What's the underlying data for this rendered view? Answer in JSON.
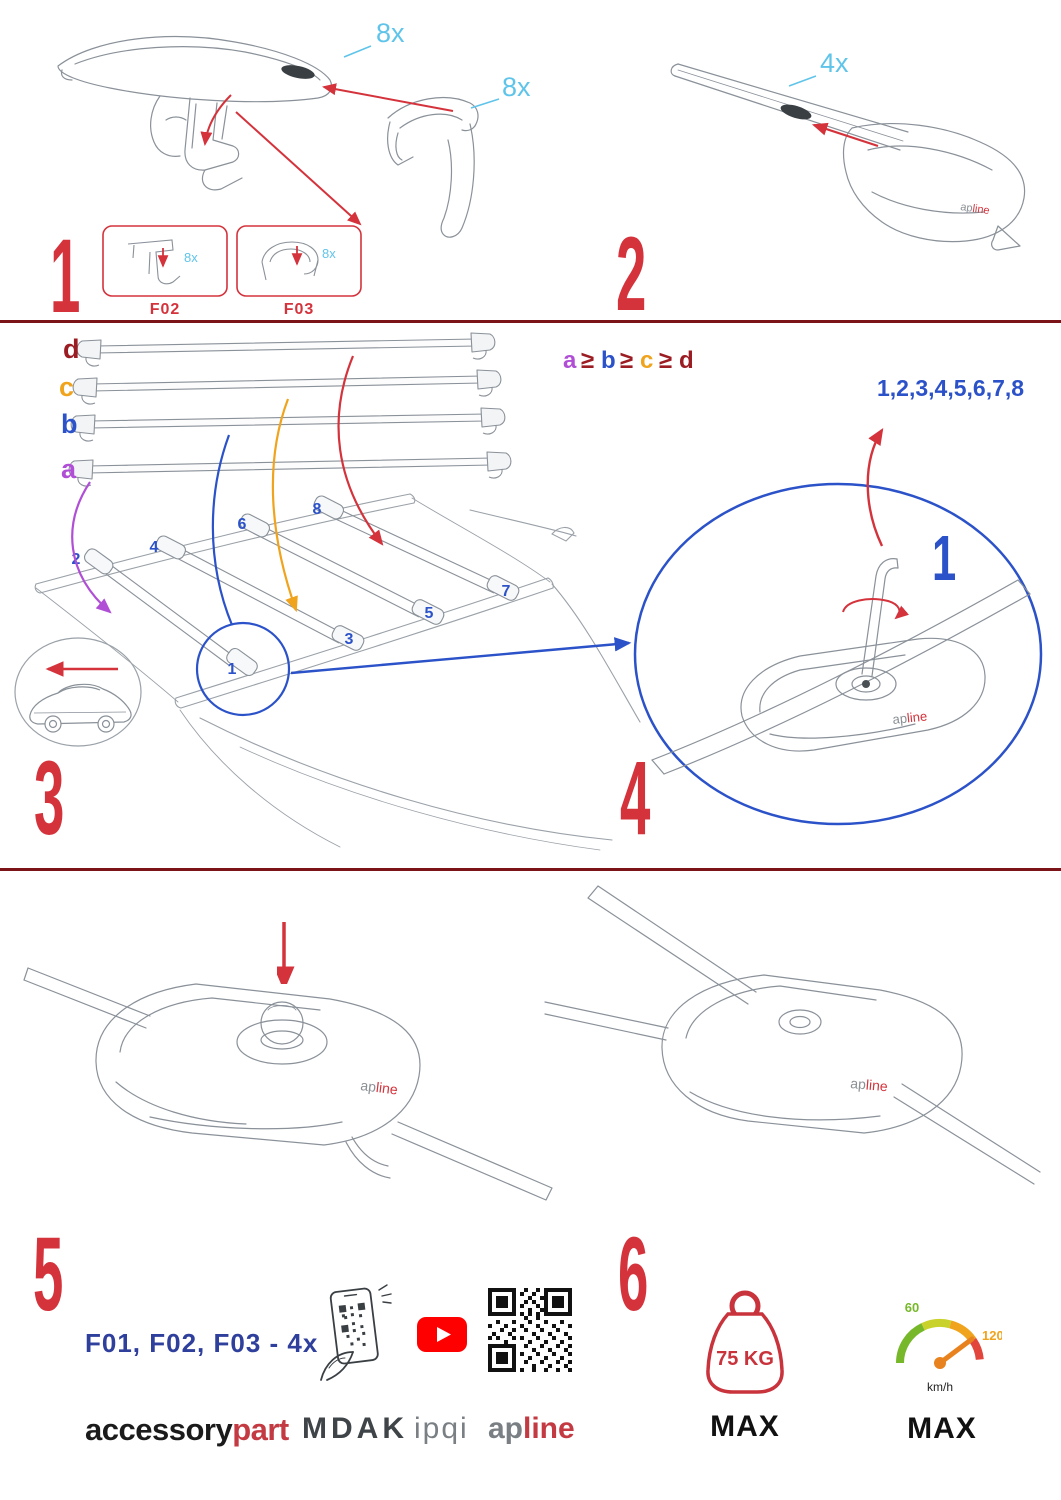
{
  "colors": {
    "step_number_red": "#d4333c",
    "qty_light_blue": "#5fc4e9",
    "accent_blue": "#2b52c8",
    "navy_blue": "#2e3f9c",
    "purple": "#b04fd6",
    "orange": "#f0a31c",
    "dark_red": "#9b1c22",
    "divider_maroon": "#7a1418",
    "sketch_gray": "#8a9199",
    "green": "#76b82a",
    "youtube_red": "#ff0000",
    "brand_red": "#c43a42"
  },
  "step1": {
    "number": "1",
    "qty_bar_pads": "8x",
    "qty_foot_pads": "8x",
    "box_f02": {
      "qty": "8x",
      "label": "F02"
    },
    "box_f03": {
      "qty": "8x",
      "label": "F03"
    }
  },
  "step2": {
    "number": "2",
    "qty": "4x",
    "brand_ap": "ap",
    "brand_line": "line"
  },
  "step3": {
    "number": "3",
    "bar_labels": [
      "d",
      "c",
      "b",
      "a"
    ],
    "formula": [
      "a",
      "≥",
      "b",
      "≥",
      "c",
      "≥",
      "d"
    ],
    "positions": [
      "1",
      "2",
      "3",
      "4",
      "5",
      "6",
      "7",
      "8"
    ]
  },
  "step4": {
    "number": "4",
    "tighten_sequence": "1,2,3,4,5,6,7,8",
    "tool_label": "1",
    "brand_ap": "ap",
    "brand_line": "line"
  },
  "step5": {
    "number": "5",
    "brand_ap": "ap",
    "brand_line": "line"
  },
  "step6": {
    "number": "6",
    "brand_ap": "ap",
    "brand_line": "line"
  },
  "footer": {
    "parts_summary": "F01, F02, F03 - 4x",
    "brand_accessory": "accessory",
    "brand_part": "part",
    "brand_mdak": "MDAK",
    "brand_ipqi": "ipqi",
    "brand_ap": "ap",
    "brand_line": "line",
    "max_load": "75 KG",
    "max_load_label": "MAX",
    "speed_60": "60",
    "speed_120": "120",
    "speed_unit": "km/h",
    "speed_max_label": "MAX"
  }
}
